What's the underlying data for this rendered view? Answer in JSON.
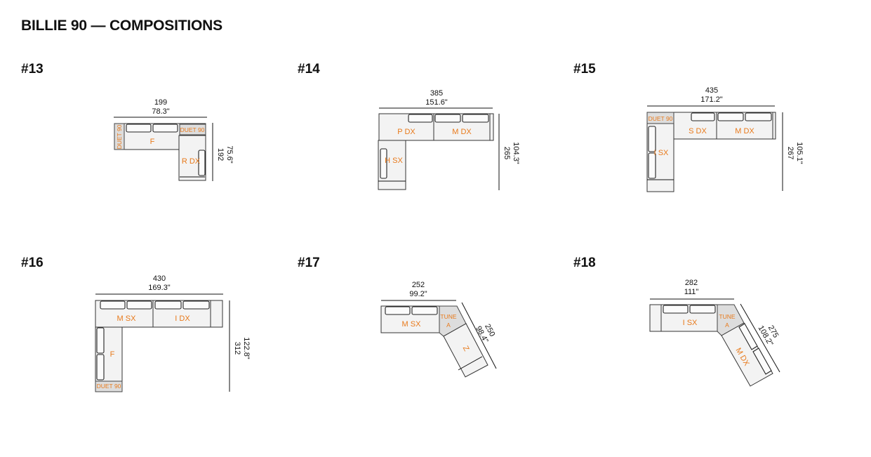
{
  "title": "BILLIE 90 — COMPOSITIONS",
  "compositions": [
    {
      "id": "#13",
      "width_cm": "199",
      "width_in": "78.3\"",
      "depth_cm": "192",
      "depth_in": "75.6\"",
      "modules": {
        "duet_left": "DUET 90",
        "duet_right": "DUET 90",
        "f": "F",
        "r_dx": "R DX"
      }
    },
    {
      "id": "#14",
      "width_cm": "385",
      "width_in": "151.6\"",
      "depth_cm": "265",
      "depth_in": "104.3\"",
      "modules": {
        "p_dx": "P DX",
        "m_dx": "M DX",
        "h_sx": "H SX"
      }
    },
    {
      "id": "#15",
      "width_cm": "435",
      "width_in": "171.2\"",
      "depth_cm": "267",
      "depth_in": "105.1\"",
      "modules": {
        "duet": "DUET 90",
        "s_dx": "S DX",
        "m_dx": "M DX",
        "i_sx": "I SX"
      }
    },
    {
      "id": "#16",
      "width_cm": "430",
      "width_in": "169.3\"",
      "depth_cm": "312",
      "depth_in": "122.8\"",
      "modules": {
        "m_sx": "M SX",
        "i_dx": "I DX",
        "f": "F",
        "duet": "DUET 90"
      }
    },
    {
      "id": "#17",
      "width_cm": "252",
      "width_in": "99.2\"",
      "depth_cm": "250",
      "depth_in": "98.4\"",
      "modules": {
        "m_sx": "M SX",
        "tune_1": "TUNE",
        "tune_2": "A",
        "z": "Z"
      }
    },
    {
      "id": "#18",
      "width_cm": "282",
      "width_in": "111\"",
      "depth_cm": "275",
      "depth_in": "108.2\"",
      "modules": {
        "i_sx": "I SX",
        "tune_1": "TUNE",
        "tune_2": "A",
        "m_dx": "M DX"
      }
    }
  ]
}
